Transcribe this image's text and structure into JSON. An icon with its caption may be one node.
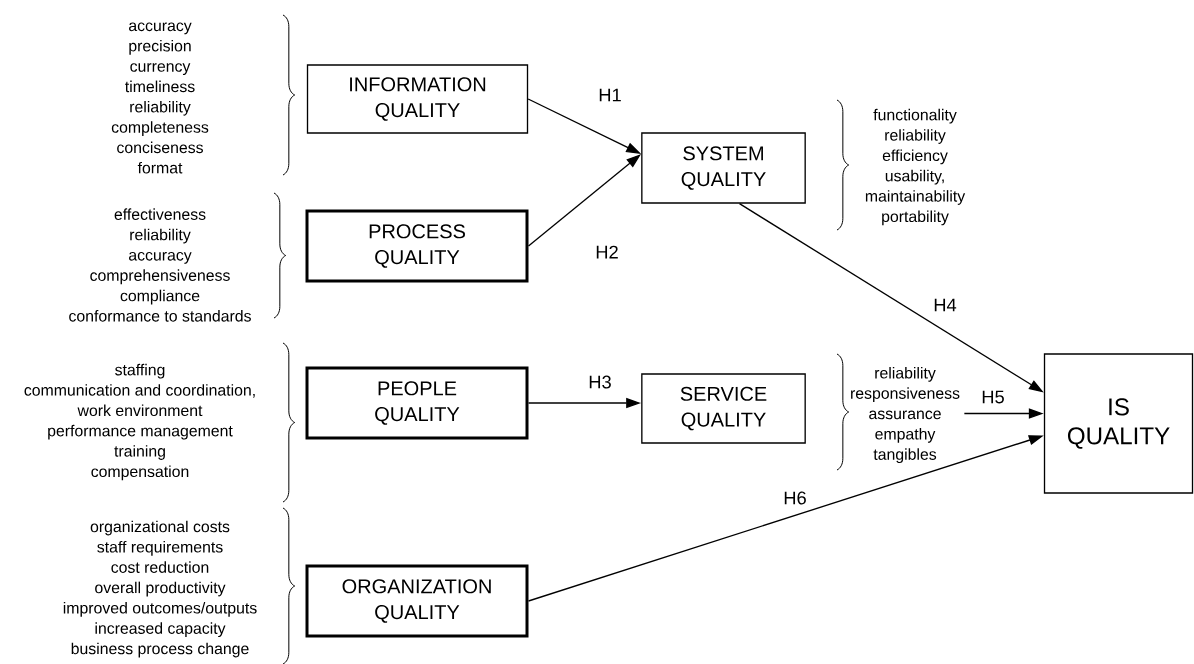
{
  "diagram": {
    "nodes": [
      {
        "text": [
          "INFORMATION QUALITY"
        ],
        "beside": [
          "accuracy",
          "precision",
          "currency",
          "timeliness",
          "reliability",
          "completeness",
          "conciseness",
          "format"
        ]
      },
      {
        "text": [
          "SYSTEM QUALITY"
        ],
        "beside": [
          "functionality",
          "reliability",
          "efficiency",
          "usability,",
          "maintainability",
          "portability"
        ]
      },
      {
        "text": [
          "PROCESS QUALITY"
        ],
        "beside": [
          "effectiveness",
          "reliability",
          "accuracy",
          "comprehensiveness",
          "compliance",
          "conformance to standards"
        ]
      },
      {
        "text": [
          "PEOPLE QUALITY"
        ],
        "beside": [
          "staffing",
          "communication and coordination,",
          "work environment",
          "performance management",
          "training",
          "compensation"
        ]
      },
      {
        "text": [
          "SERVICE QUALITY"
        ],
        "beside": [
          "reliability",
          "responsiveness",
          "assurance",
          "empathy",
          "tangibles"
        ]
      },
      {
        "text": [
          "IS QUALITY"
        ]
      },
      {
        "text": [
          "ORGANIZATION QUALITY"
        ],
        "beside": [
          "organizational costs",
          "staff requirements",
          "cost reduction",
          "overall productivity",
          "improved outcomes/outputs",
          "increased capacity",
          "business process change"
        ]
      }
    ],
    "edges": [
      {
        "from": 0,
        "to": 1,
        "arrow": "to",
        "label": "H1"
      },
      {
        "from": 2,
        "to": 1,
        "arrow": "to",
        "label": "H2"
      },
      {
        "from": 1,
        "to": 5,
        "arrow": "to",
        "label": "H4"
      },
      {
        "from": 3,
        "to": 4,
        "arrow": "to",
        "label": "H3"
      },
      {
        "from": 4,
        "to": 5,
        "arrow": "to",
        "label": "H5"
      },
      {
        "from": 6,
        "to": 5,
        "arrow": "to",
        "label": "H6"
      }
    ]
  }
}
